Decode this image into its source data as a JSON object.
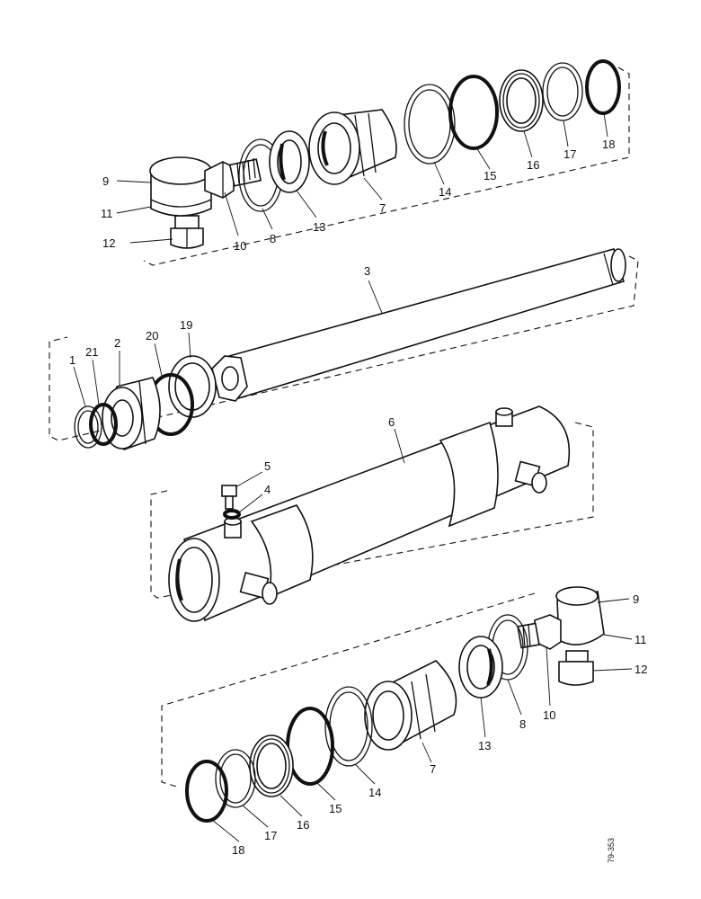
{
  "figure_ref": "79-353",
  "labels": {
    "top": [
      "9",
      "11",
      "12",
      "10",
      "8",
      "13",
      "7",
      "14",
      "15",
      "16",
      "17",
      "18"
    ],
    "rod": [
      "3",
      "1",
      "21",
      "2",
      "20",
      "19"
    ],
    "barrel": [
      "6",
      "5",
      "4"
    ],
    "bottom": [
      "9",
      "11",
      "12",
      "10",
      "8",
      "13",
      "7",
      "14",
      "15",
      "16",
      "17",
      "18"
    ]
  }
}
